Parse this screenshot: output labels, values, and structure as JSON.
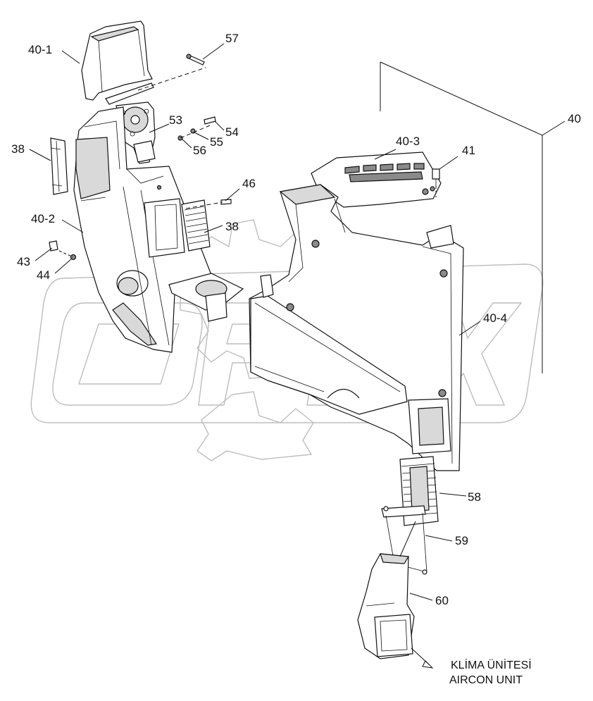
{
  "watermark": {
    "text": "OPEX"
  },
  "callouts": [
    {
      "id": "c-40-1",
      "text": "40-1"
    },
    {
      "id": "c-57",
      "text": "57"
    },
    {
      "id": "c-53",
      "text": "53"
    },
    {
      "id": "c-54",
      "text": "54"
    },
    {
      "id": "c-55",
      "text": "55"
    },
    {
      "id": "c-56",
      "text": "56"
    },
    {
      "id": "c-38a",
      "text": "38"
    },
    {
      "id": "c-40-2",
      "text": "40-2"
    },
    {
      "id": "c-46",
      "text": "46"
    },
    {
      "id": "c-38b",
      "text": "38"
    },
    {
      "id": "c-43",
      "text": "43"
    },
    {
      "id": "c-44",
      "text": "44"
    },
    {
      "id": "c-40",
      "text": "40"
    },
    {
      "id": "c-40-3",
      "text": "40-3"
    },
    {
      "id": "c-41",
      "text": "41"
    },
    {
      "id": "c-40-4",
      "text": "40-4"
    },
    {
      "id": "c-58",
      "text": "58"
    },
    {
      "id": "c-59",
      "text": "59"
    },
    {
      "id": "c-60",
      "text": "60"
    }
  ],
  "caption": {
    "line1": "KLİMA ÜNİTESİ",
    "line2": "AIRCON UNIT"
  }
}
